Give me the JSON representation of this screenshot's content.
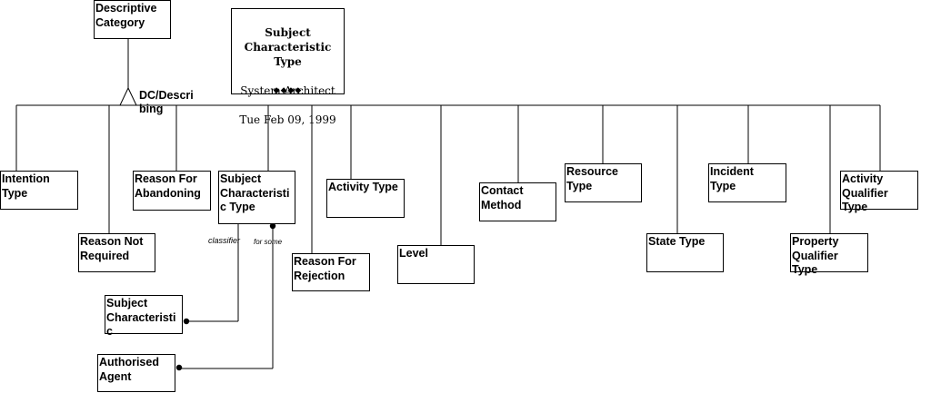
{
  "header": {
    "title": "Subject\nCharacteristic\nType",
    "author": "System Architect",
    "date": "Tue Feb 09, 1999",
    "marker": "◆◆◆◆"
  },
  "entities": {
    "descriptive_category": "Descriptive\nCategory",
    "intention_type": "Intention\nType",
    "reason_not_required": "Reason Not\nRequired",
    "reason_for_abandoning": "Reason For\nAbandoning",
    "subject_characteristic_type": "Subject\nCharacteristi\nc Type",
    "reason_for_rejection": "Reason For\nRejection",
    "activity_type": "Activity Type",
    "level": "Level",
    "contact_method": "Contact\nMethod",
    "resource_type": "Resource\nType",
    "state_type": "State Type",
    "incident_type": "Incident\nType",
    "property_qualifier_type": "Property\nQualifier\nType",
    "activity_qualifier_type": "Activity\nQualifier\nType",
    "subject_characteristic": "Subject\nCharacteristi\nc",
    "authorised_agent": "Authorised\nAgent"
  },
  "relationships": {
    "dc_describing": "DC/Descri\nbing",
    "classifier": "classifier",
    "for_some": "for some"
  }
}
